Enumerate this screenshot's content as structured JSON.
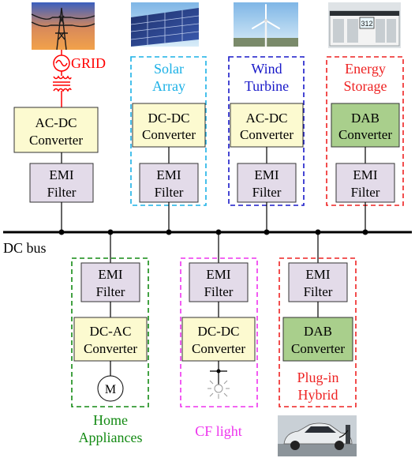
{
  "diagram": {
    "bus_label": "DC bus",
    "grid": {
      "label": "GRID",
      "converter": [
        "AC-DC",
        "Converter"
      ],
      "filter": [
        "EMI",
        "Filter"
      ]
    },
    "solar": {
      "title": [
        "Solar",
        "Array"
      ],
      "converter": [
        "DC-DC",
        "Converter"
      ],
      "filter": [
        "EMI",
        "Filter"
      ]
    },
    "wind": {
      "title": [
        "Wind",
        "Turbine"
      ],
      "converter": [
        "AC-DC",
        "Converter"
      ],
      "filter": [
        "EMI",
        "Filter"
      ]
    },
    "storage": {
      "title": [
        "Energy",
        "Storage"
      ],
      "converter": [
        "DAB",
        "Converter"
      ],
      "filter": [
        "EMI",
        "Filter"
      ],
      "container_number": "312"
    },
    "home": {
      "filter": [
        "EMI",
        "Filter"
      ],
      "converter": [
        "DC-AC",
        "Converter"
      ],
      "motor": "M",
      "title": [
        "Home",
        "Appliances"
      ]
    },
    "cfl": {
      "filter": [
        "EMI",
        "Filter"
      ],
      "converter": [
        "DC-DC",
        "Converter"
      ],
      "title": "CF light"
    },
    "ev": {
      "filter": [
        "EMI",
        "Filter"
      ],
      "converter": [
        "DAB",
        "Converter"
      ],
      "title": [
        "Plug-in",
        "Hybrid"
      ]
    }
  },
  "colors": {
    "emi_fill": "#e3dbe9",
    "conv_fill": "#fcfad0",
    "dab_fill": "#a9cf8c",
    "grid_red": "#ff0000",
    "solar_border": "#1ab0e6",
    "wind_border": "#1818c8",
    "storage_border": "#ee2222",
    "home_border": "#138a13",
    "cfl_border": "#ee33ee",
    "ev_border": "#ee2222"
  },
  "icons": [
    "transmission-tower-photo",
    "solar-panel-photo",
    "wind-turbine-photo",
    "storage-container-photo",
    "plugin-car-photo",
    "generator-icon",
    "transformer-icon",
    "motor-icon",
    "lamp-icon"
  ]
}
